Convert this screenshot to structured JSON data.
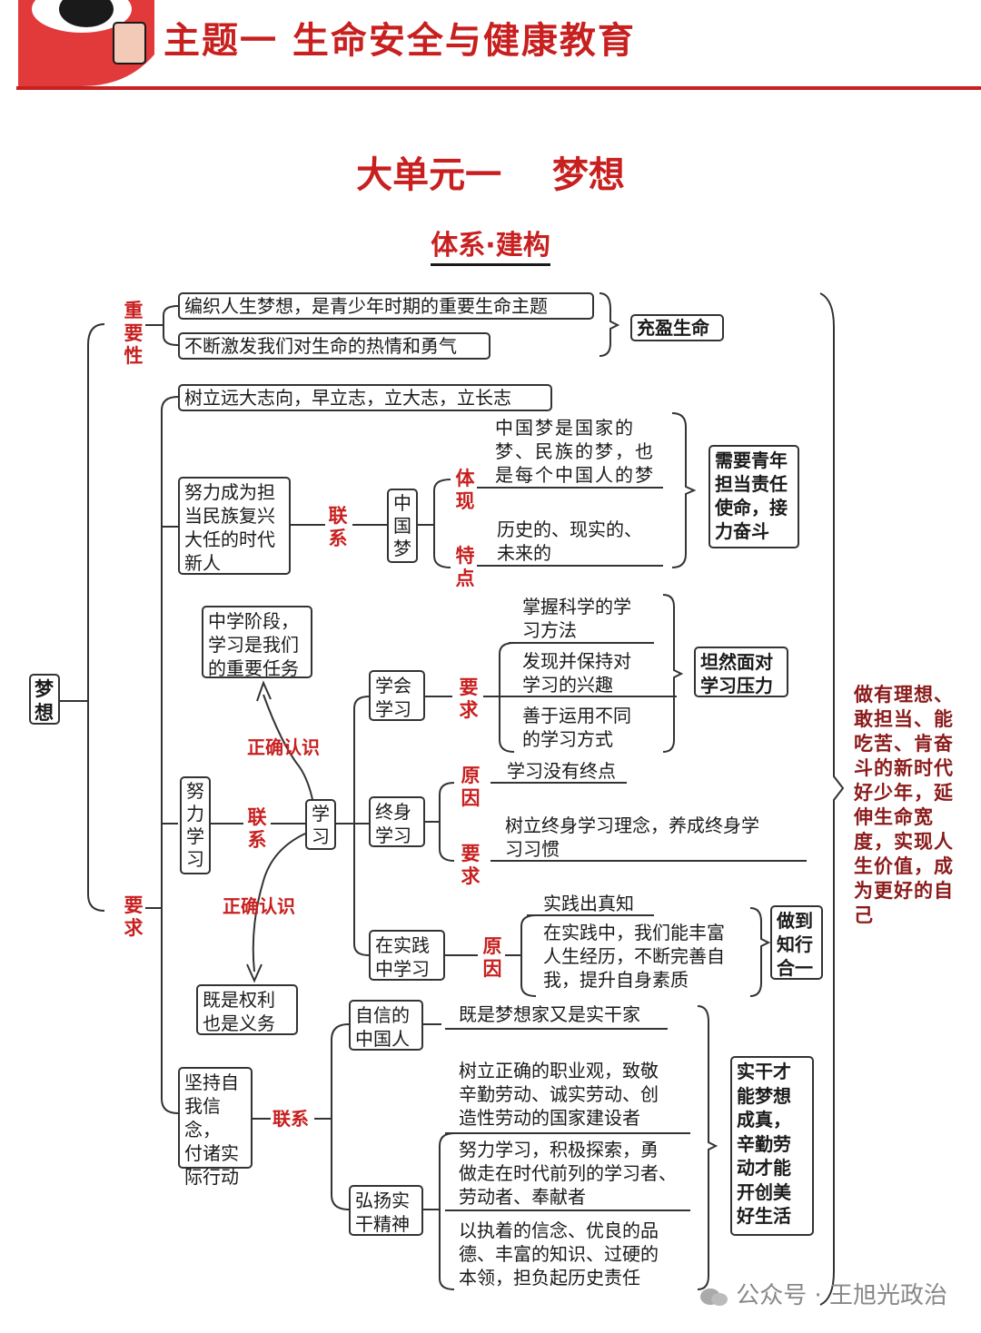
{
  "header": {
    "title": "主题一    生命安全与健康教育"
  },
  "unit_title": "大单元一    梦想",
  "sub_title": "体系·建构",
  "root": "梦\n想",
  "importance": {
    "label": "重\n要\n性",
    "items": [
      "编织人生梦想，是青少年时期的重要生命主题",
      "不断激发我们对生命的热情和勇气"
    ],
    "result": "充盈生命"
  },
  "requirements": {
    "label": "要\n求",
    "ambition": "树立远大志向，早立志，立大志，立长志",
    "newcomer": {
      "box": "努力成为担\n当民族复兴\n大任的时代\n新人",
      "link": "联\n系",
      "china_dream": "中\n国\n梦",
      "embody_label": "体\n现",
      "embody_text": "中国梦是国家的\n梦、民族的梦，也\n是每个中国人的梦",
      "feature_label": "特\n点",
      "feature_text": "历史的、现实的、\n未来的",
      "result": "需要青年\n担当责任\n使命，接\n力奋斗"
    },
    "study": {
      "box": "努\n力\n学\n习",
      "link": "联\n系",
      "study": "学\n习",
      "correct1": "正确认识",
      "correct1_target": "中学阶段，\n学习是我们\n的重要任务",
      "correct2": "正确认识",
      "correct2_target": "既是权利\n也是义务",
      "learn_to_learn": "学会\n学习",
      "learn_req_label": "要\n求",
      "learn_reqs": [
        "掌握科学的学\n习方法",
        "发现并保持对\n学习的兴趣",
        "善于运用不同\n的学习方式"
      ],
      "learn_result": "坦然面对\n学习压力",
      "lifelong": "终身\n学习",
      "lifelong_reason_label": "原\n因",
      "lifelong_reason": "学习没有终点",
      "lifelong_req_label": "要\n求",
      "lifelong_req": "树立终身学习理念，养成终身学\n习习惯",
      "practice": "在实践\n中学习",
      "practice_reason_label": "原\n因",
      "practice_reasons": [
        "实践出真知",
        "在实践中，我们能丰富\n人生经历，不断完善自\n我，提升自身素质"
      ],
      "practice_result": "做到\n知行\n合一"
    },
    "belief": {
      "box": "坚持自\n我信念，\n付诸实\n际行动",
      "link": "联系",
      "confident": "自信的\n中国人",
      "confident_text": "既是梦想家又是实干家",
      "spirit": "弘扬实\n干精神",
      "spirit_texts": [
        "树立正确的职业观，致敬\n辛勤劳动、诚实劳动、创\n造性劳动的国家建设者",
        "努力学习，积极探索，勇\n做走在时代前列的学习者、\n劳动者、奉献者",
        "以执着的信念、优良的品\n德、丰富的知识、过硬的\n本领，担负起历史责任"
      ],
      "result": "实干才\n能梦想\n成真，\n辛勤劳\n动才能\n开创美\n好生活"
    }
  },
  "conclusion": "做有理想、敢担当、能吃苦、肯奋斗的新时代好少年，延伸生命宽度，实现人生价值，成为更好的自己",
  "watermark": "公众号 · 王旭光政治",
  "colors": {
    "accent": "#c81f1f",
    "ink": "#1a1a1a"
  }
}
